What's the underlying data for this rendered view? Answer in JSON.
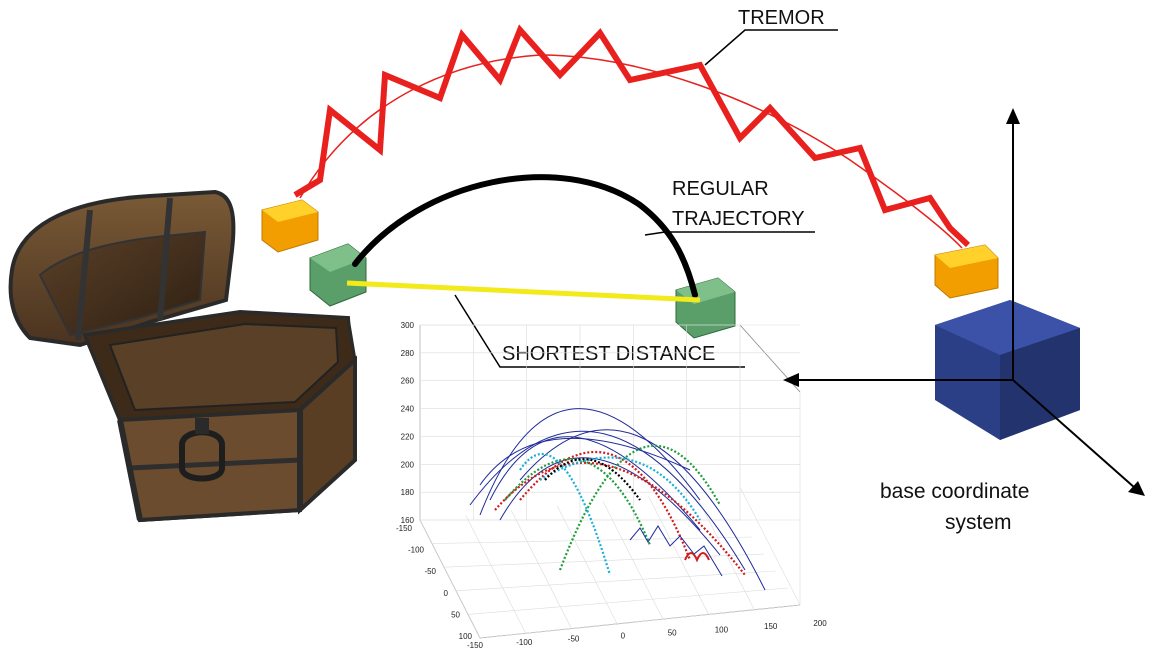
{
  "labels": {
    "tremor": "TREMOR",
    "regular_line1": "REGULAR",
    "regular_line2": "TRAJECTORY",
    "shortest": "SHORTEST DISTANCE",
    "base_line1": "base coordinate",
    "base_line2": "system"
  },
  "colors": {
    "tremor": "#e8201e",
    "regular": "#000000",
    "shortest": "#f2ea1a",
    "cube_orange": "#f5a300",
    "cube_green": "#5a9e6a",
    "base_cube": "#2b3f86"
  },
  "chart_data": {
    "type": "scatter",
    "projection": "3d",
    "z_ticks": [
      "300",
      "280",
      "260",
      "240",
      "220",
      "200",
      "180",
      "160"
    ],
    "y_ticks": [
      "-150",
      "-100",
      "-50",
      "0",
      "50",
      "100"
    ],
    "x_ticks": [
      "-150",
      "-100",
      "-50",
      "0",
      "50",
      "100",
      "150",
      "200"
    ],
    "zlim": [
      160,
      300
    ],
    "ylim": [
      -150,
      100
    ],
    "xlim": [
      -150,
      200
    ],
    "grid": true,
    "series_colors": [
      "#1f2a9a",
      "#d01c1c",
      "#1e9e3a",
      "#1ab0d8",
      "#000000"
    ]
  }
}
